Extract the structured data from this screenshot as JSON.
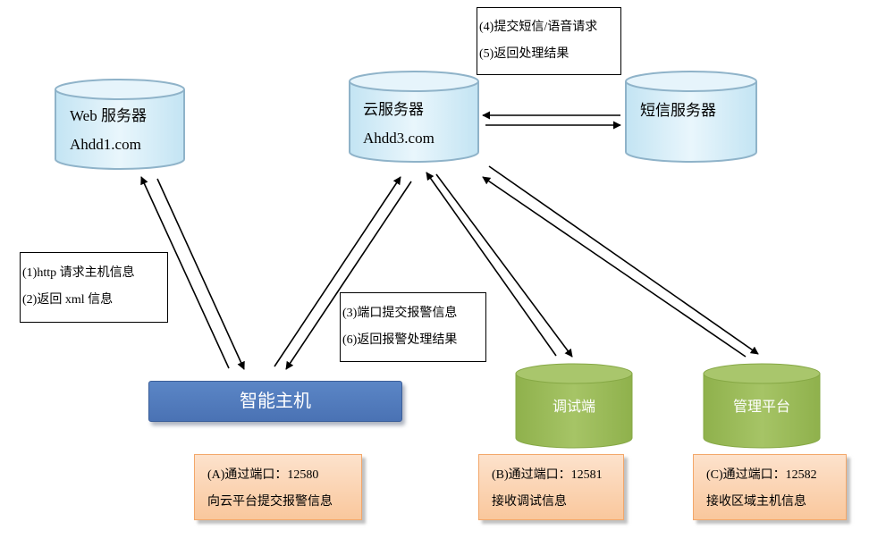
{
  "nodes": {
    "web_server": {
      "name": "Web 服务器",
      "domain": "Ahdd1.com"
    },
    "cloud_server": {
      "name": "云服务器",
      "domain": "Ahdd3.com"
    },
    "sms_server": {
      "name": "短信服务器"
    },
    "smart_host": {
      "name": "智能主机"
    },
    "debug_terminal": {
      "name": "调试端"
    },
    "management_platform": {
      "name": "管理平台"
    }
  },
  "notes": {
    "sms_voice": {
      "line1": "(4)提交短信/语音请求",
      "line2": "(5)返回处理结果"
    },
    "http_request": {
      "line1": "(1)http 请求主机信息",
      "line2": "(2)返回 xml 信息"
    },
    "alarm_submit": {
      "line1": "(3)端口提交报警信息",
      "line2": "(6)返回报警处理结果"
    }
  },
  "ports": {
    "a": {
      "line1": "(A)通过端口：12580",
      "line2": "向云平台提交报警信息"
    },
    "b": {
      "line1": "(B)通过端口：12581",
      "line2": "接收调试信息"
    },
    "c": {
      "line1": "(C)通过端口：12582",
      "line2": "接收区域主机信息"
    }
  },
  "colors": {
    "cylinder_blue_fill": "#d6eef8",
    "cylinder_blue_stroke": "#8fb3c9",
    "cylinder_green_fill": "#9bbb59",
    "host_button": "#4f79bd",
    "port_box_fill": "#fbd4b4",
    "arrow": "#000000"
  }
}
